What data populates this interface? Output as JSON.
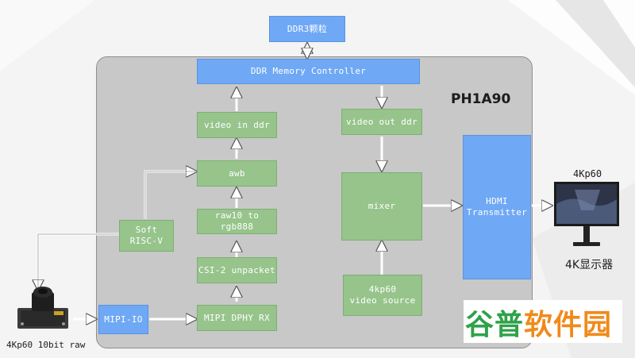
{
  "colors": {
    "green_block": "#96c48b",
    "blue_block": "#6fa8f5",
    "board": "#c8c8c8",
    "watermark_green": "#2fa24a",
    "watermark_orange": "#f08a1c"
  },
  "blocks": {
    "ddr3": "DDR3颗粒",
    "ddr_controller": "DDR Memory Controller",
    "video_in_ddr": "video in ddr",
    "awb": "awb",
    "raw10_rgb888": "raw10 to rgb888",
    "csi2": "CSI-2 unpacket",
    "mipi_dphy": "MIPI DPHY RX",
    "mipi_io": "MIPI-IO",
    "soft_riscv_line1": "Soft",
    "soft_riscv_line2": "RISC-V",
    "video_out_ddr": "video out ddr",
    "mixer": "mixer",
    "video_source_line1": "4kp60",
    "video_source_line2": "video source",
    "hdmi_line1": "HDMI",
    "hdmi_line2": "Transmitter"
  },
  "labels": {
    "chip": "PH1A90",
    "camera": "4Kp60 10bit raw",
    "monitor_top": "4Kp60",
    "monitor_bottom": "4K显示器"
  },
  "watermark": {
    "part1": "谷普",
    "part2": "软件园"
  }
}
